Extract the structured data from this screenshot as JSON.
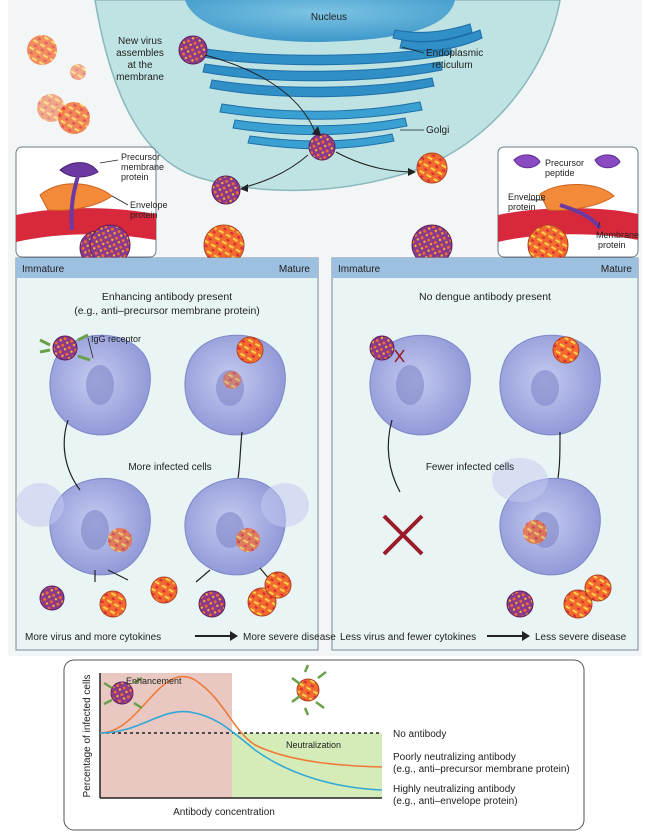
{
  "colors": {
    "nucleus": "#5bb0d8",
    "er": "#2f8fc6",
    "er_dark": "#1d6fa8",
    "cytoplasm": "#bfe3e3",
    "panel_bg": "#e9f4f4",
    "panel_border": "#7a8a94",
    "membrane_red": "#d8283c",
    "bar_blue": "#9dbfe0",
    "cell": "#a9b2e4",
    "cell_dark": "#7e86c8",
    "virus_immature": "#8a3a8a",
    "virus_mature": "#f26a2e",
    "receptor_green": "#6aa04a",
    "enhance_zone": "#e8c8c0",
    "neutral_zone": "#d6ecb8",
    "curve_orange": "#f07a3a",
    "curve_blue": "#33a8d8",
    "cross_red": "#9a1c2a"
  },
  "top": {
    "nucleus": "Nucleus",
    "new_virus": [
      "New virus",
      "assembles",
      "at the",
      "membrane"
    ],
    "er": [
      "Endoplasmic",
      "reticulum"
    ],
    "golgi": "Golgi"
  },
  "inset_left": {
    "precursor_membrane_protein": [
      "Precursor",
      "membrane",
      "protein"
    ],
    "envelope_protein": [
      "Envelope",
      "protein"
    ]
  },
  "inset_right": {
    "precursor_peptide": [
      "Precursor",
      "peptide"
    ],
    "envelope_protein": [
      "Envelope",
      "protein"
    ],
    "membrane_protein": [
      "Membrane",
      "protein"
    ]
  },
  "bars": {
    "left_immature": "Immature",
    "left_mature": "Mature",
    "right_immature": "Immature",
    "right_mature": "Mature"
  },
  "left_panel": {
    "title_1": "Enhancing antibody present",
    "title_2": "(e.g., anti–precursor membrane protein)",
    "igg_receptor": "IgG receptor",
    "middle": "More infected cells",
    "bottom_left": "More virus and more cytokines",
    "bottom_right": "More severe disease"
  },
  "right_panel": {
    "title": "No dengue antibody present",
    "middle": "Fewer infected cells",
    "bottom_left": "Less virus and fewer cytokines",
    "bottom_right": "Less severe disease"
  },
  "graph": {
    "ylabel": "Percentage of infected cells",
    "xlabel": "Antibody concentration",
    "enhancement": "Enhancement",
    "neutralization": "Neutralization",
    "legend": {
      "no_antibody": "No antibody",
      "poorly": [
        "Poorly neutralizing antibody",
        "(e.g., anti–precursor membrane protein)"
      ],
      "highly": [
        "Highly neutralizing antibody",
        "(e.g., anti–envelope protein)"
      ]
    }
  }
}
